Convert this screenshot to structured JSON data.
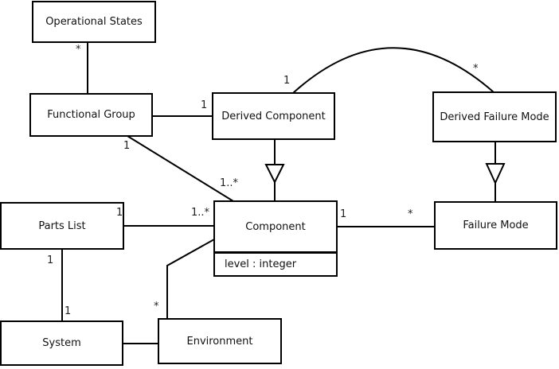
{
  "diagram": {
    "kind": "UML class diagram",
    "background_color": "#ffffff",
    "line_color": "#000000",
    "text_color": "#111111"
  },
  "classes": {
    "operational_states": {
      "name": "Operational States"
    },
    "functional_group": {
      "name": "Functional Group"
    },
    "derived_component": {
      "name": "Derived Component"
    },
    "derived_failure_mode": {
      "name": "Derived Failure Mode"
    },
    "parts_list": {
      "name": "Parts List"
    },
    "component": {
      "name": "Component",
      "attributes": [
        "level : integer"
      ]
    },
    "failure_mode": {
      "name": "Failure Mode"
    },
    "system": {
      "name": "System"
    },
    "environment": {
      "name": "Environment"
    }
  },
  "relationships": [
    {
      "from": "Operational States",
      "to": "Functional Group",
      "type": "association",
      "from_label": "*",
      "to_label": ""
    },
    {
      "from": "Functional Group",
      "to": "Derived Component",
      "type": "association",
      "from_label": "",
      "to_label": "1"
    },
    {
      "from": "Derived Component",
      "to": "Derived Failure Mode",
      "type": "association",
      "from_label": "1",
      "to_label": "*"
    },
    {
      "from": "Derived Component",
      "to": "Component",
      "type": "generalization",
      "from_label": "",
      "to_label": ""
    },
    {
      "from": "Derived Failure Mode",
      "to": "Failure Mode",
      "type": "generalization",
      "from_label": "",
      "to_label": ""
    },
    {
      "from": "Functional Group",
      "to": "Component",
      "type": "association",
      "from_label": "1",
      "to_label": "1..*"
    },
    {
      "from": "Parts List",
      "to": "Component",
      "type": "association",
      "from_label": "1",
      "to_label": "1..*"
    },
    {
      "from": "Component",
      "to": "Failure Mode",
      "type": "association",
      "from_label": "1",
      "to_label": "*"
    },
    {
      "from": "Parts List",
      "to": "System",
      "type": "association",
      "from_label": "1",
      "to_label": "1"
    },
    {
      "from": "System",
      "to": "Environment",
      "type": "association",
      "from_label": "",
      "to_label": ""
    },
    {
      "from": "Component",
      "to": "Environment",
      "type": "association",
      "from_label": "",
      "to_label": "*"
    }
  ]
}
